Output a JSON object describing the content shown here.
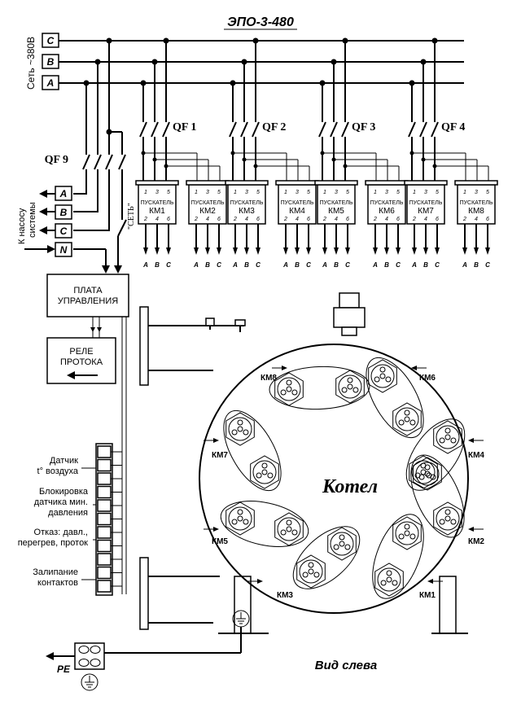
{
  "title": "ЭПО-3-480",
  "network_label": "Сеть ~380В",
  "phases": [
    "C",
    "B",
    "A"
  ],
  "breakers": [
    "QF 1",
    "QF 2",
    "QF 3",
    "QF 4"
  ],
  "main_breaker": "QF 9",
  "pump_label_1": "К насосу",
  "pump_label_2": "системы",
  "pump_terminals": [
    "A",
    "B",
    "C",
    "N"
  ],
  "set_label": "\"СЕТЬ\"",
  "starter_word": "ПУСКАТЕЛЬ",
  "starters": [
    "КМ1",
    "КМ2",
    "КМ3",
    "КМ4",
    "КМ5",
    "КМ6",
    "КМ7",
    "КМ8"
  ],
  "starter_pins_top": [
    "1",
    "3",
    "5"
  ],
  "starter_pins_bottom": [
    "2",
    "4",
    "6"
  ],
  "output_labels": [
    "A",
    "B",
    "C"
  ],
  "control_board_1": "ПЛАТА",
  "control_board_2": "УПРАВЛЕНИЯ",
  "relay_1": "РЕЛЕ",
  "relay_2": "ПРОТОКА",
  "sensors": {
    "s1a": "Датчик",
    "s1b": "t° воздуха",
    "s2a": "Блокировка",
    "s2b": "датчика мин.",
    "s2c": "давления",
    "s3a": "Отказ: давл.,",
    "s3b": "перегрев, проток",
    "s4a": "Залипание",
    "s4b": "контактов"
  },
  "boiler_label": "Котел",
  "view_label": "Вид слева",
  "pe_label": "PE",
  "heater_labels": [
    "КМ8",
    "КМ6",
    "КМ7",
    "КМ4",
    "КМ5",
    "КМ2",
    "КМ3",
    "КМ1"
  ]
}
